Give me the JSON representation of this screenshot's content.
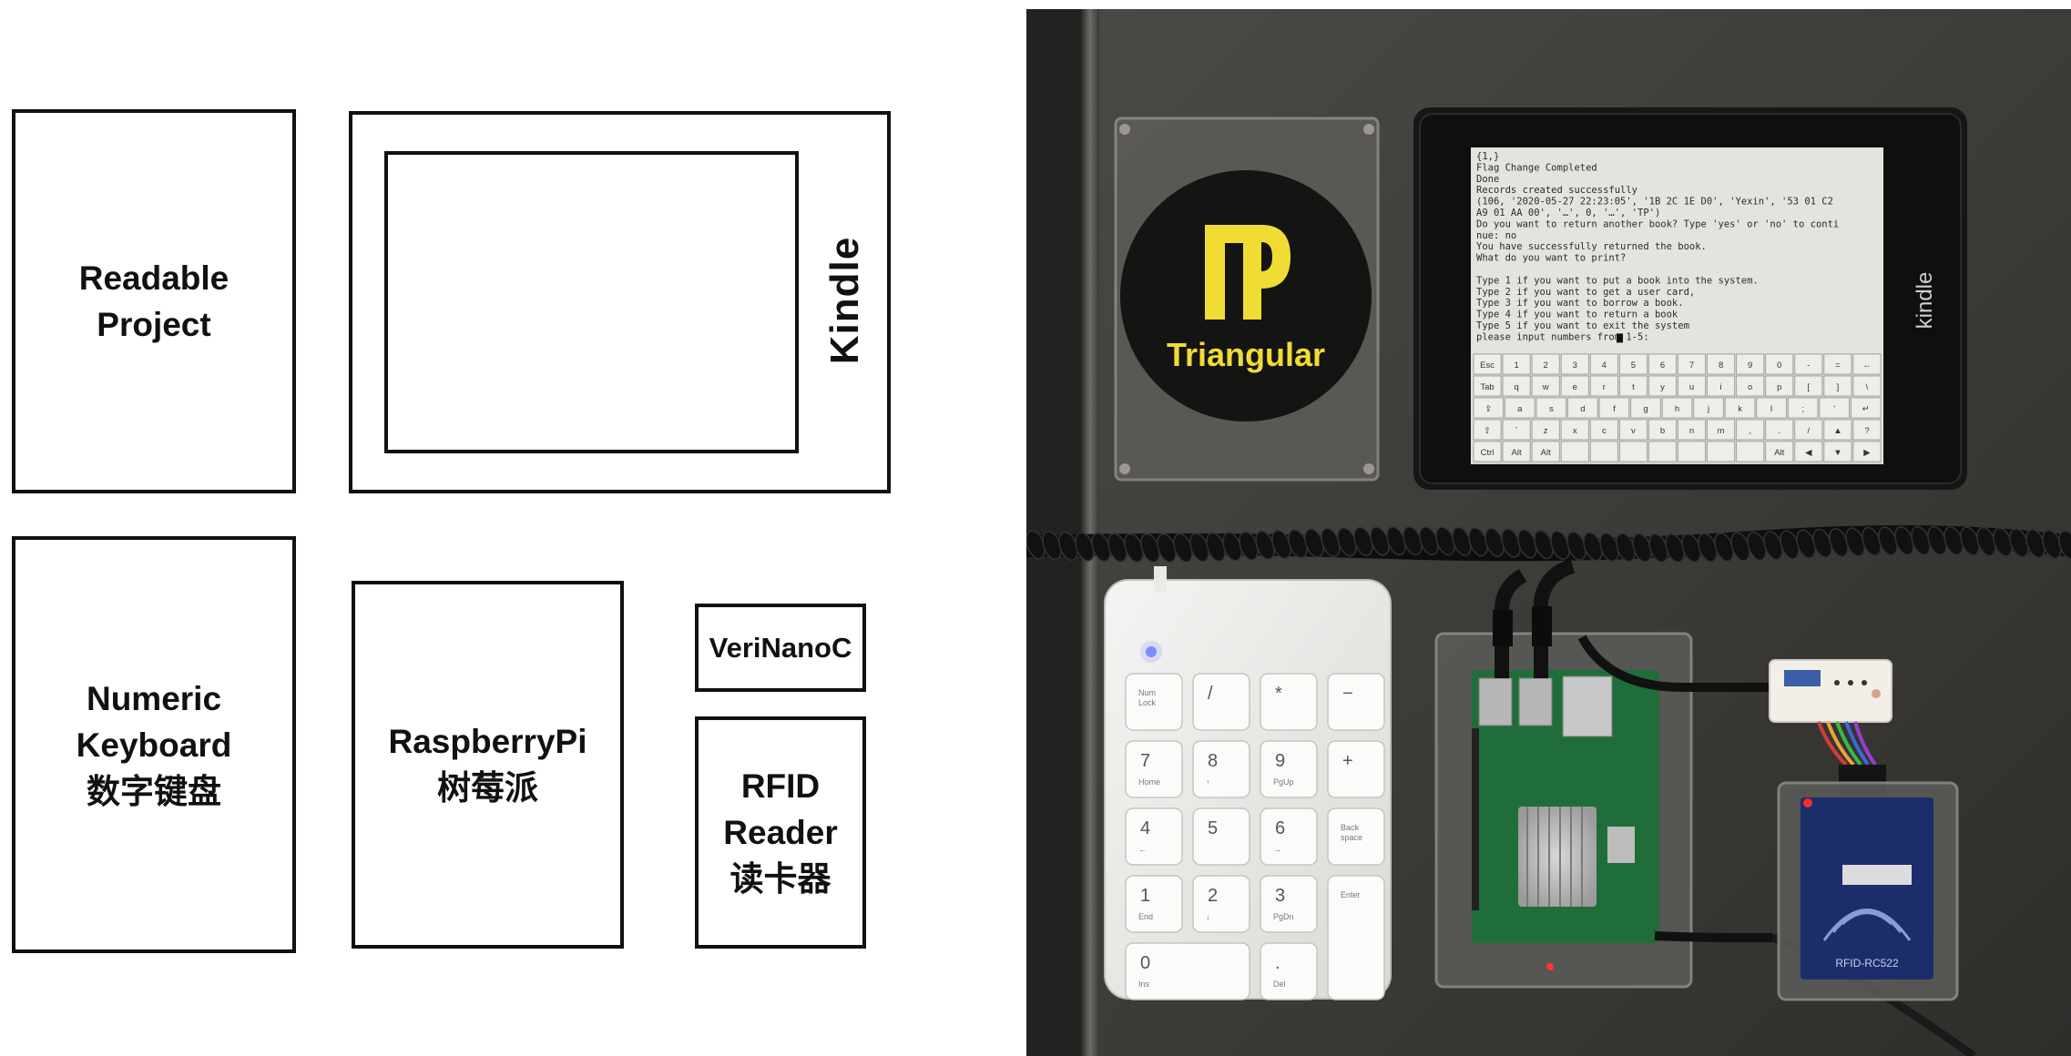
{
  "diagram": {
    "readable_project": [
      "Readable",
      "Project"
    ],
    "kindle_label": "Kindle",
    "numeric_keyboard": [
      "Numeric",
      "Keyboard",
      "数字键盘"
    ],
    "raspberry_pi": [
      "RaspberryPi",
      "树莓派"
    ],
    "verinanoc": "VeriNanoC",
    "rfid_reader": [
      "RFID",
      "Reader",
      "读卡器"
    ]
  },
  "photo": {
    "logo_text": "Triangular",
    "kindle_brand": "kindle",
    "terminal_lines": [
      "{1,}",
      "Flag Change Completed",
      "Done",
      "Records created successfully",
      "(106, '2020-05-27 22:23:05', '1B 2C 1E D0', 'Yexin', '53 01 C2",
      "A9 01 AA 00', '…', 0, '…', 'TP')",
      "Do you want to return another book? Type 'yes' or 'no' to conti",
      "nue: no",
      "You have successfully returned the book.",
      "What do you want to print?",
      "",
      "Type 1 if you want to put a book into the system.",
      "Type 2 if you want to get a user card,",
      "Type 3 if you want to borrow a book.",
      "Type 4 if you want to return a book",
      "Type 5 if you want to exit the system",
      "please input numbers from 1-5:"
    ],
    "kindle_keyboard_rows": [
      [
        "Esc",
        "1",
        "2",
        "3",
        "4",
        "5",
        "6",
        "7",
        "8",
        "9",
        "0",
        "-",
        "=",
        "←"
      ],
      [
        "Tab",
        "q",
        "w",
        "e",
        "r",
        "t",
        "y",
        "u",
        "i",
        "o",
        "p",
        "[",
        "]",
        "\\"
      ],
      [
        "⇪",
        "a",
        "s",
        "d",
        "f",
        "g",
        "h",
        "j",
        "k",
        "l",
        ";",
        "'",
        "↵"
      ],
      [
        "⇧",
        "`",
        "z",
        "x",
        "c",
        "v",
        "b",
        "n",
        "m",
        ",",
        ".",
        "/",
        "▲",
        "?"
      ],
      [
        "Ctrl",
        "Alt",
        "Alt",
        "",
        "",
        "",
        "",
        "",
        "",
        "",
        "Alt",
        "◀",
        "▼",
        "▶"
      ]
    ],
    "numpad_keys": [
      {
        "main": "",
        "sub": "Num\nLock"
      },
      {
        "main": "/",
        "sub": ""
      },
      {
        "main": "*",
        "sub": ""
      },
      {
        "main": "−",
        "sub": ""
      },
      {
        "main": "7",
        "sub": "Home"
      },
      {
        "main": "8",
        "sub": "↑"
      },
      {
        "main": "9",
        "sub": "PgUp"
      },
      {
        "main": "+",
        "sub": ""
      },
      {
        "main": "4",
        "sub": "←"
      },
      {
        "main": "5",
        "sub": ""
      },
      {
        "main": "6",
        "sub": "→"
      },
      {
        "main": "",
        "sub": "Back\nspace"
      },
      {
        "main": "1",
        "sub": "End"
      },
      {
        "main": "2",
        "sub": "↓"
      },
      {
        "main": "3",
        "sub": "PgDn"
      },
      {
        "main": "",
        "sub": "Enter"
      },
      {
        "main": "0",
        "sub": "Ins"
      },
      {
        "main": ".",
        "sub": "Del"
      }
    ],
    "rfid_board_text": "RFID-RC522"
  }
}
